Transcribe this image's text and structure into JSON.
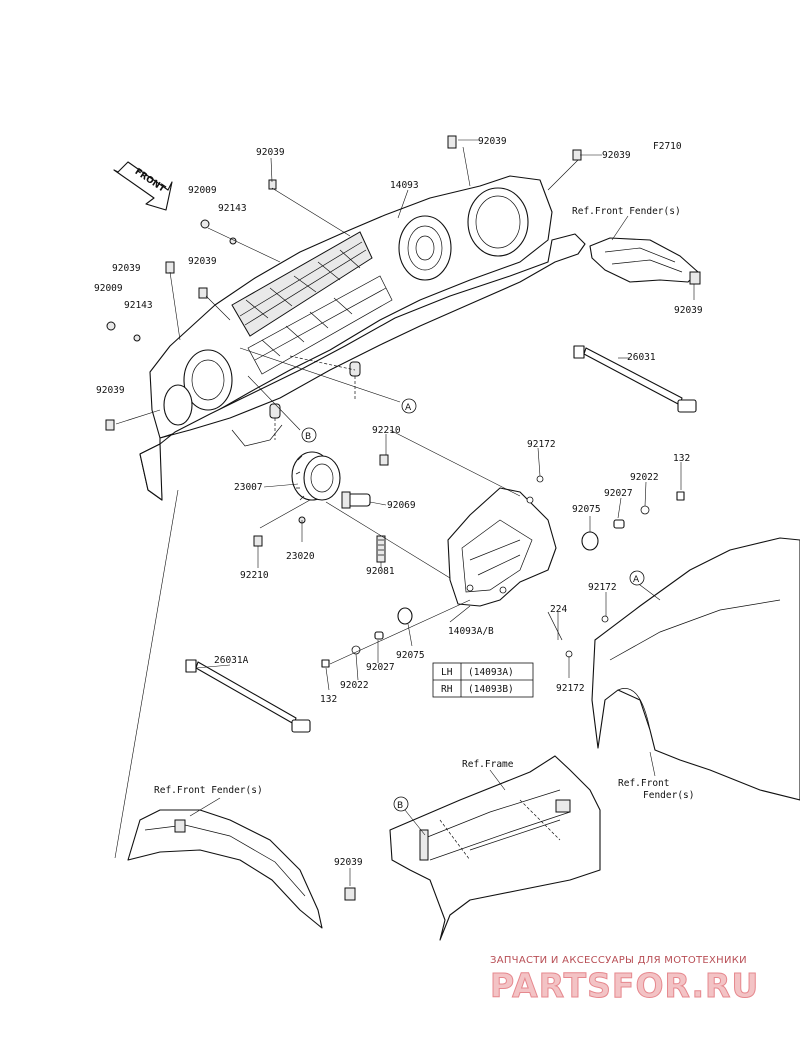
{
  "figure_code": "F2710",
  "front_arrow_label": "FRONT",
  "callouts": {
    "c_92039_a": "92039",
    "c_92039_b": "92039",
    "c_92039_c": "92039",
    "c_92039_d": "92039",
    "c_92039_e": "92039",
    "c_92039_f": "92039",
    "c_92039_g": "92039",
    "c_92039_h": "92039",
    "c_14093": "14093",
    "c_92009_a": "92009",
    "c_92009_b": "92009",
    "c_92143_a": "92143",
    "c_92143_b": "92143",
    "c_26031": "26031",
    "c_26031a": "26031A",
    "c_92210_a": "92210",
    "c_92210_b": "92210",
    "c_92172_a": "92172",
    "c_92172_b": "92172",
    "c_92172_c": "92172",
    "c_132_a": "132",
    "c_132_b": "132",
    "c_92022_a": "92022",
    "c_92022_b": "92022",
    "c_92027_a": "92027",
    "c_92027_b": "92027",
    "c_92075_a": "92075",
    "c_92075_b": "92075",
    "c_23007": "23007",
    "c_92069": "92069",
    "c_23020": "23020",
    "c_92081": "92081",
    "c_224": "224",
    "c_14093ab": "14093A/B"
  },
  "ref_labels": {
    "front_fender_top": "Ref.Front Fender(s)",
    "front_fender_right_1": "Ref.Front",
    "front_fender_right_2": "Fender(s)",
    "front_fender_bottom": "Ref.Front Fender(s)",
    "frame": "Ref.Frame"
  },
  "markers": {
    "a1": "A",
    "a2": "A",
    "b1": "B",
    "b2": "B"
  },
  "variant_table": [
    {
      "side": "LH",
      "part": "(14093A)"
    },
    {
      "side": "RH",
      "part": "(14093B)"
    }
  ],
  "watermark": {
    "tagline": "ЗАПЧАСТИ И АКСЕССУАРЫ ДЛЯ МОТОТЕХНИКИ",
    "logo": "PARTSFOR.RU"
  }
}
